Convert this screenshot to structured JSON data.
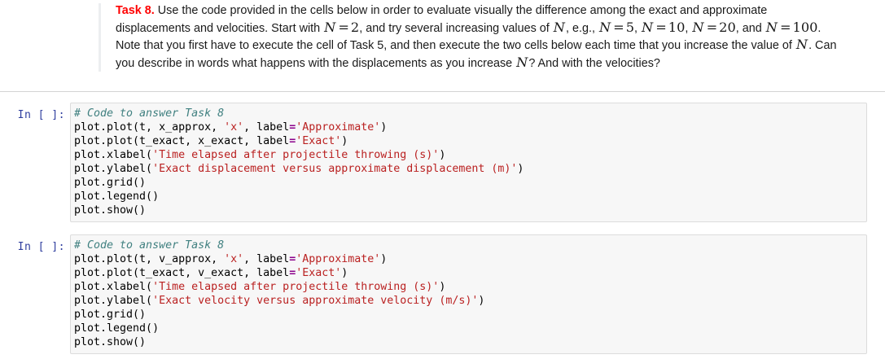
{
  "task": {
    "label": "Task 8.",
    "line1_a": " Use the code provided in the cells below in order to evaluate visually the difference among the exact and approximate",
    "line2_a": "displacements and velocities. Start with ",
    "eq1_var": "N",
    "eq1_op": "=",
    "eq1_num": "2",
    "line2_b": ", and try several increasing values of ",
    "eq2_var": "N",
    "line2_c": ", e.g., ",
    "eq3_var": "N",
    "eq3_op": "=",
    "eq3_num": "5",
    "line2_d": ", ",
    "eq4_var": "N",
    "eq4_op": "=",
    "eq4_num": "10",
    "line2_e": ", ",
    "eq5_var": "N",
    "eq5_op": "=",
    "eq5_num": "20",
    "line2_f": ", and ",
    "eq6_var": "N",
    "eq6_op": "=",
    "eq6_num": "100",
    "line2_g": ".",
    "line3_a": "Note that you first have to execute the cell of Task 5, and then execute the two cells below each time that you increase the value of ",
    "eq7_var": "N",
    "line3_b": ". Can",
    "line4_a": "you describe in words what happens with the displacements as you increase ",
    "eq8_var": "N",
    "line4_b": "? And with the velocities?"
  },
  "cells": [
    {
      "prompt": "In [ ]:",
      "lines": [
        [
          {
            "t": "comment",
            "s": "# Code to answer Task 8"
          }
        ],
        [
          {
            "t": "plain",
            "s": "plot.plot(t, x_approx, "
          },
          {
            "t": "string",
            "s": "'x'"
          },
          {
            "t": "plain",
            "s": ", label"
          },
          {
            "t": "op",
            "s": "="
          },
          {
            "t": "string",
            "s": "'Approximate'"
          },
          {
            "t": "plain",
            "s": ")"
          }
        ],
        [
          {
            "t": "plain",
            "s": "plot.plot(t_exact, x_exact, label"
          },
          {
            "t": "op",
            "s": "="
          },
          {
            "t": "string",
            "s": "'Exact'"
          },
          {
            "t": "plain",
            "s": ")"
          }
        ],
        [
          {
            "t": "plain",
            "s": "plot.xlabel("
          },
          {
            "t": "string",
            "s": "'Time elapsed after projectile throwing (s)'"
          },
          {
            "t": "plain",
            "s": ")"
          }
        ],
        [
          {
            "t": "plain",
            "s": "plot.ylabel("
          },
          {
            "t": "string",
            "s": "'Exact displacement versus approximate displacement (m)'"
          },
          {
            "t": "plain",
            "s": ")"
          }
        ],
        [
          {
            "t": "plain",
            "s": "plot.grid()"
          }
        ],
        [
          {
            "t": "plain",
            "s": "plot.legend()"
          }
        ],
        [
          {
            "t": "plain",
            "s": "plot.show()"
          }
        ]
      ]
    },
    {
      "prompt": "In [ ]:",
      "lines": [
        [
          {
            "t": "comment",
            "s": "# Code to answer Task 8"
          }
        ],
        [
          {
            "t": "plain",
            "s": "plot.plot(t, v_approx, "
          },
          {
            "t": "string",
            "s": "'x'"
          },
          {
            "t": "plain",
            "s": ", label"
          },
          {
            "t": "op",
            "s": "="
          },
          {
            "t": "string",
            "s": "'Approximate'"
          },
          {
            "t": "plain",
            "s": ")"
          }
        ],
        [
          {
            "t": "plain",
            "s": "plot.plot(t_exact, v_exact, label"
          },
          {
            "t": "op",
            "s": "="
          },
          {
            "t": "string",
            "s": "'Exact'"
          },
          {
            "t": "plain",
            "s": ")"
          }
        ],
        [
          {
            "t": "plain",
            "s": "plot.xlabel("
          },
          {
            "t": "string",
            "s": "'Time elapsed after projectile throwing (s)'"
          },
          {
            "t": "plain",
            "s": ")"
          }
        ],
        [
          {
            "t": "plain",
            "s": "plot.ylabel("
          },
          {
            "t": "string",
            "s": "'Exact velocity versus approximate velocity (m/s)'"
          },
          {
            "t": "plain",
            "s": ")"
          }
        ],
        [
          {
            "t": "plain",
            "s": "plot.grid()"
          }
        ],
        [
          {
            "t": "plain",
            "s": "plot.legend()"
          }
        ],
        [
          {
            "t": "plain",
            "s": "plot.show()"
          }
        ]
      ]
    }
  ],
  "colors": {
    "task_label": "#ff0000",
    "prompt": "#303f9f",
    "comment": "#408080",
    "string": "#ba2121",
    "operator": "#8b008b",
    "cell_bg": "#f7f7f7",
    "cell_border": "#dcdcdc"
  }
}
